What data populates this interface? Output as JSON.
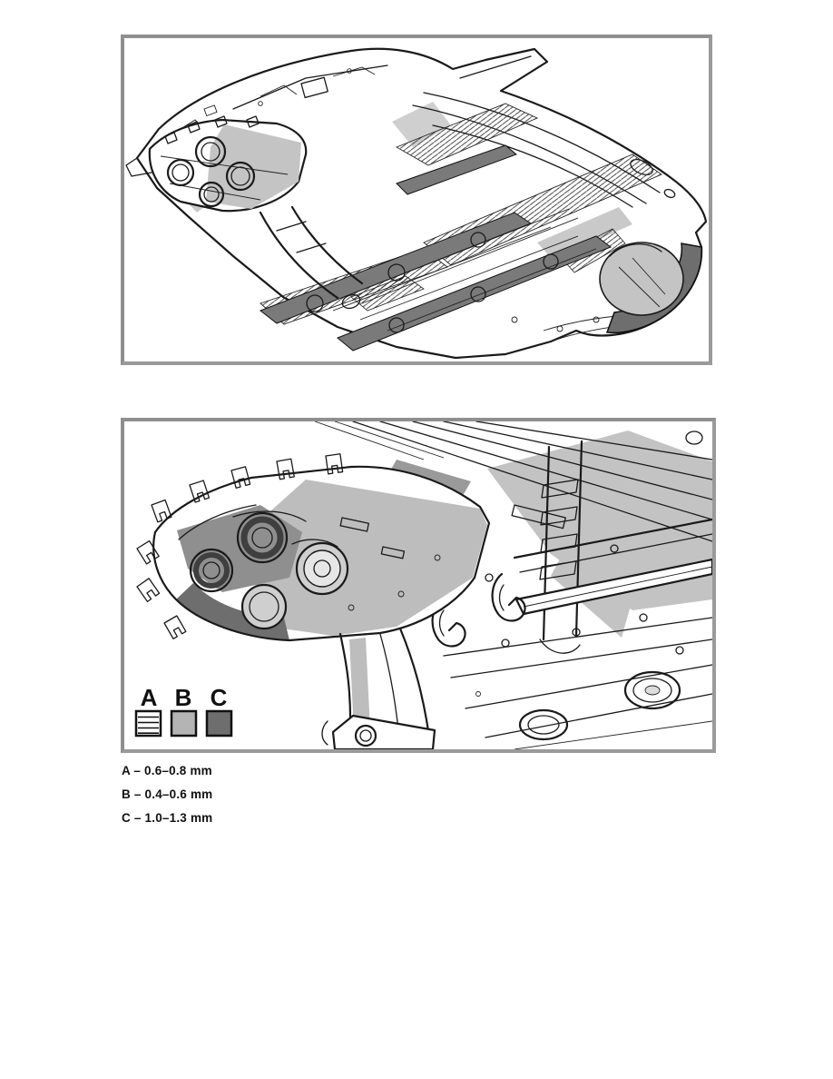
{
  "page": {
    "background": "#ffffff"
  },
  "colors": {
    "frame_border": "#8f8f8f",
    "line": "#1a1a1a",
    "shade_light": "#c3c3c3",
    "shade_medium": "#9a9a9a",
    "shade_dark": "#6e6e6e"
  },
  "figure_bottom": {
    "legend": {
      "items": [
        {
          "key": "A",
          "swatch": "striped",
          "color": "#ffffff"
        },
        {
          "key": "B",
          "swatch": "solid",
          "color": "#b4b4b4"
        },
        {
          "key": "C",
          "swatch": "solid",
          "color": "#6e6e6e"
        }
      ]
    }
  },
  "caption": {
    "lines": [
      "A – 0.6–0.8 mm",
      "B – 0.4–0.6 mm",
      "C – 1.0–1.3 mm"
    ]
  }
}
